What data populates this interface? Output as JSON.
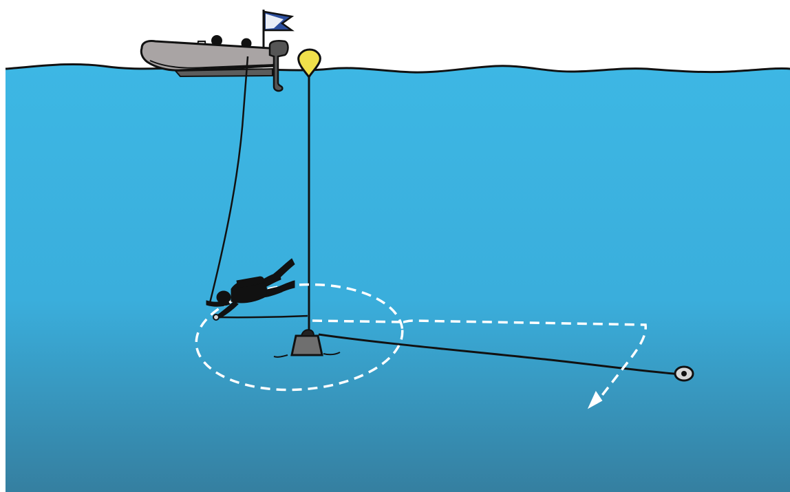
{
  "colors": {
    "sky": "#ffffff",
    "water_top": "#3db7e4",
    "water_mid": "#3aaedc",
    "water_bottom": "#357fa0",
    "boat_hull": "#a9a4a4",
    "buoy": "#f1e04b",
    "flag": "#2d4f9e",
    "weight": "#6f6f6f",
    "line": "#111111",
    "search_path": "#ffffff",
    "silhouette": "#111111"
  },
  "elements": {
    "boat": "inflatable-boat-with-two-people",
    "buoy": "yellow-marker-buoy",
    "diver": "diver-silhouette",
    "weight": "shot-line-weight",
    "reel": "distance-line-reel",
    "circular_search": "dashed-circular-search-pattern",
    "jackstay_search": "dashed-sweep-search-pattern"
  }
}
